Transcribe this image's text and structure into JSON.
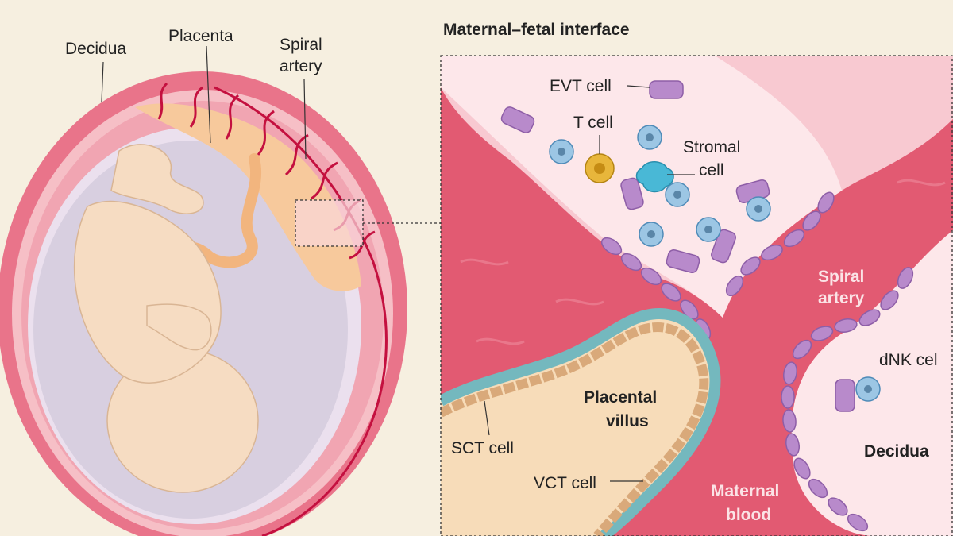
{
  "panel_title": "Maternal–fetal interface",
  "left_labels": {
    "decidua": "Decidua",
    "placenta": "Placenta",
    "spiral_artery_line1": "Spiral",
    "spiral_artery_line2": "artery"
  },
  "right_labels": {
    "evt_cell": "EVT cell",
    "t_cell": "T cell",
    "stromal_line1": "Stromal",
    "stromal_line2": "cell",
    "spiral_line1": "Spiral",
    "spiral_line2": "artery",
    "dnk_cell": "dNK cel",
    "placental_line1": "Placental",
    "placental_line2": "villus",
    "sct_cell": "SCT cell",
    "vct_cell": "VCT cell",
    "decidua": "Decidua",
    "maternal_line1": "Maternal",
    "maternal_line2": "blood"
  },
  "colors": {
    "background": "#f6efe0",
    "uterus_wall": "#e9748a",
    "decidua_pink": "#f6bfc6",
    "amniotic": "#d8cfe0",
    "fetus": "#f6dcc2",
    "placenta": "#f7c99c",
    "artery": "#c4103f",
    "maternal_blood": "#e25a72",
    "evt_cell": "#b88acb",
    "t_cell": "#e8b63b",
    "immune_cell": "#9cc6e4",
    "stromal_cell": "#49b8d6",
    "villus": "#f7dcb9",
    "sct_layer": "#74b8be"
  }
}
